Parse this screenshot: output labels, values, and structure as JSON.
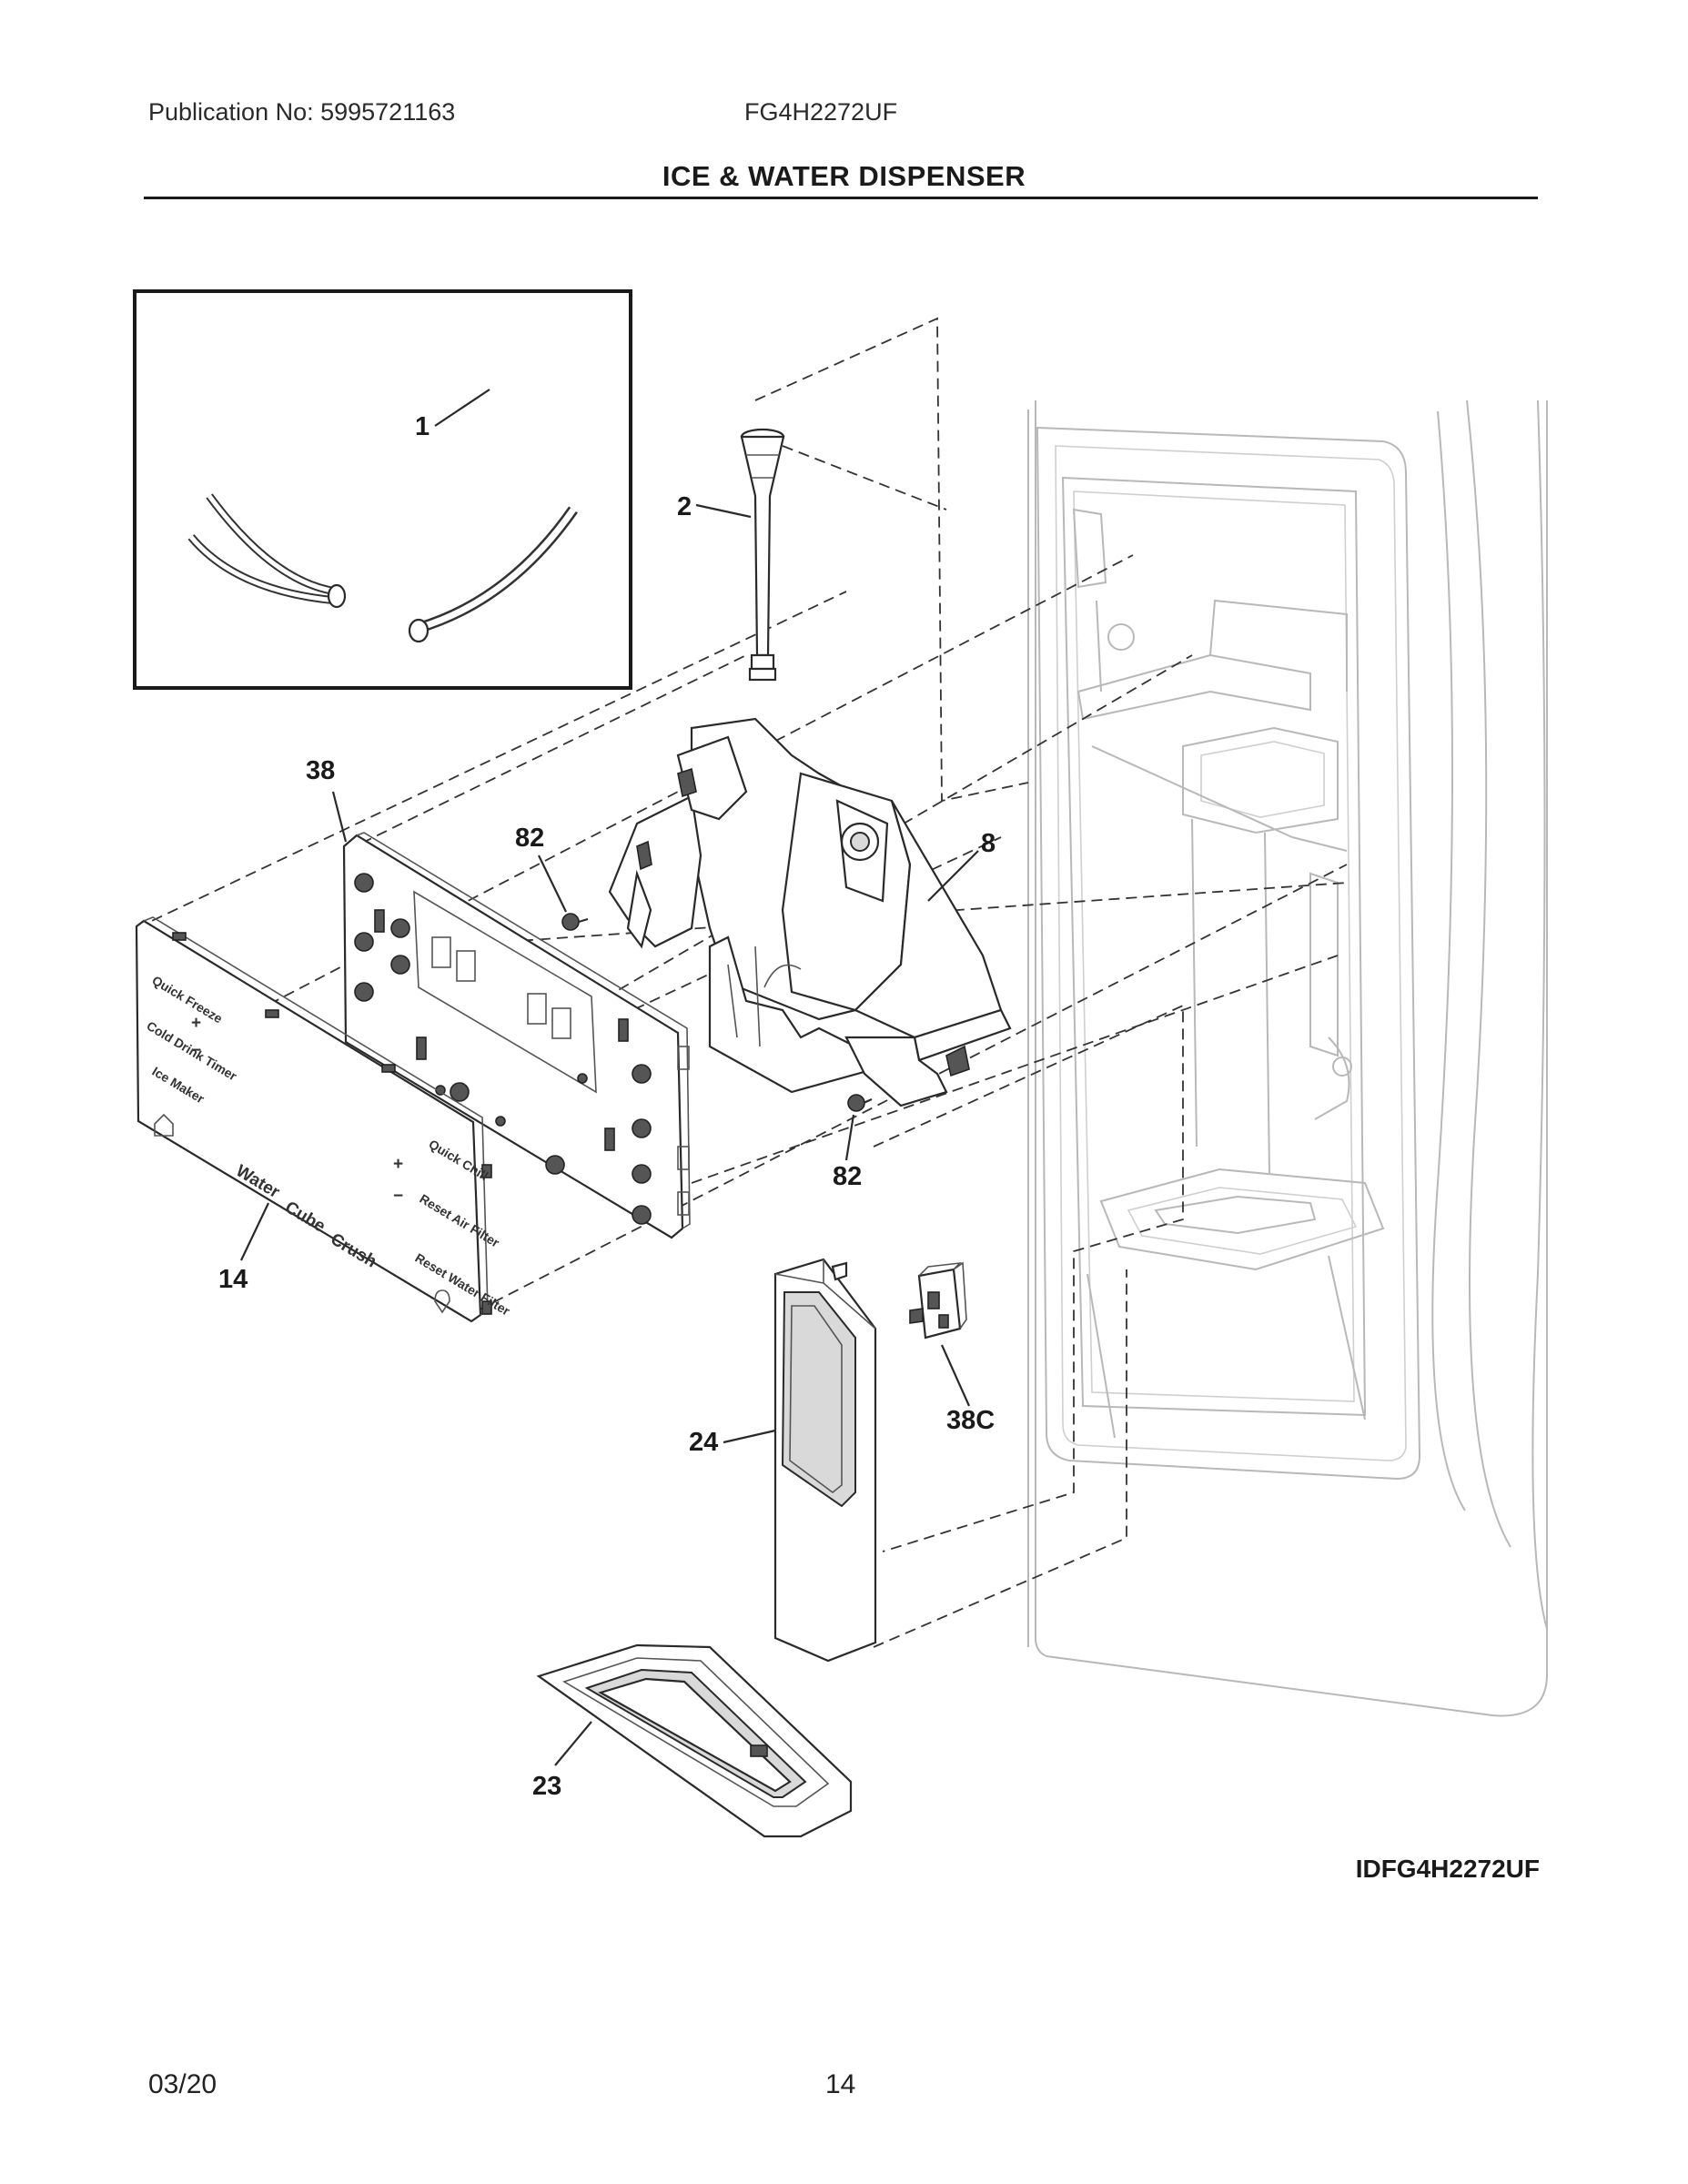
{
  "header": {
    "publication": "Publication No: 5995721163",
    "model": "FG4H2272UF",
    "section_title": "ICE & WATER DISPENSER"
  },
  "callouts": {
    "c1": "1",
    "c2": "2",
    "c38": "38",
    "c82a": "82",
    "c8": "8",
    "c82b": "82",
    "c14": "14",
    "c24": "24",
    "c38c": "38C",
    "c23": "23"
  },
  "control_panel_labels": {
    "quick_freeze": "Quick Freeze",
    "cold_drink_timer": "Cold Drink Timer",
    "ice_maker": "Ice Maker",
    "quick_chill": "Quick Chill",
    "reset_air_filter": "Reset Air Filter",
    "reset_water_filter": "Reset Water Filter",
    "water": "Water",
    "cube": "Cube",
    "crush": "Crush",
    "plus": "+",
    "minus": "−"
  },
  "drawing_id": "IDFG4H2272UF",
  "footer": {
    "date": "03/20",
    "page": "14"
  }
}
